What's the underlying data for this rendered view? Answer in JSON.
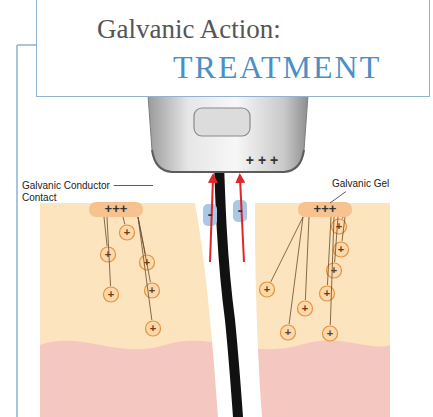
{
  "diagram": {
    "nodes": [
      {
        "text": [
          "Galvanic Action:",
          "TREATMENT"
        ]
      }
    ],
    "labels": [
      "Galvanic Conductor Contact",
      "Galvanic Gel",
      "+ + +",
      "+++",
      "+++",
      "-",
      "-",
      "+",
      "+",
      "+",
      "+",
      "+",
      "+",
      "+",
      "+",
      "+",
      "+",
      "+",
      "+",
      "+",
      "+"
    ]
  }
}
